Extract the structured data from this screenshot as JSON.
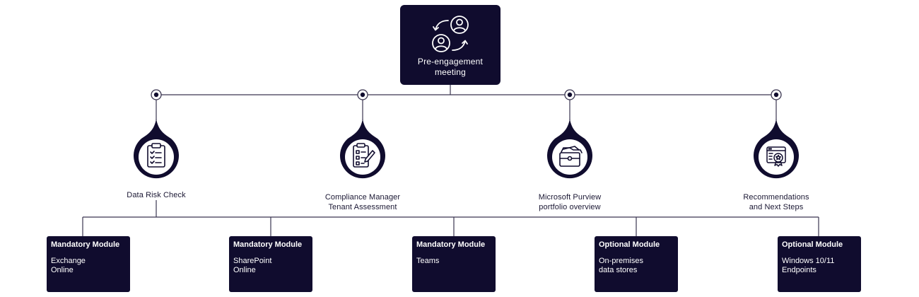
{
  "top": {
    "label": "Pre-engagement\nmeeting",
    "icon": "people-exchange-icon"
  },
  "stages": [
    {
      "label": "Data Risk Check",
      "icon": "clipboard-checklist-icon"
    },
    {
      "label": "Compliance Manager\nTenant Assessment",
      "icon": "checklist-pen-icon"
    },
    {
      "label": "Microsoft Purview\nportfolio overview",
      "icon": "portfolio-folder-icon"
    },
    {
      "label": "Recommendations\nand Next Steps",
      "icon": "browser-badge-icon"
    }
  ],
  "modules": [
    {
      "title": "Mandatory Module",
      "name": "Exchange\nOnline"
    },
    {
      "title": "Mandatory Module",
      "name": "SharePoint\nOnline"
    },
    {
      "title": "Mandatory Module",
      "name": "Teams"
    },
    {
      "title": "Optional Module",
      "name": "On-premises\ndata stores"
    },
    {
      "title": "Optional Module",
      "name": "Windows 10/11\nEndpoints"
    }
  ],
  "colors": {
    "dark": "#100c2e",
    "line": "#3a3550",
    "white": "#ffffff"
  }
}
